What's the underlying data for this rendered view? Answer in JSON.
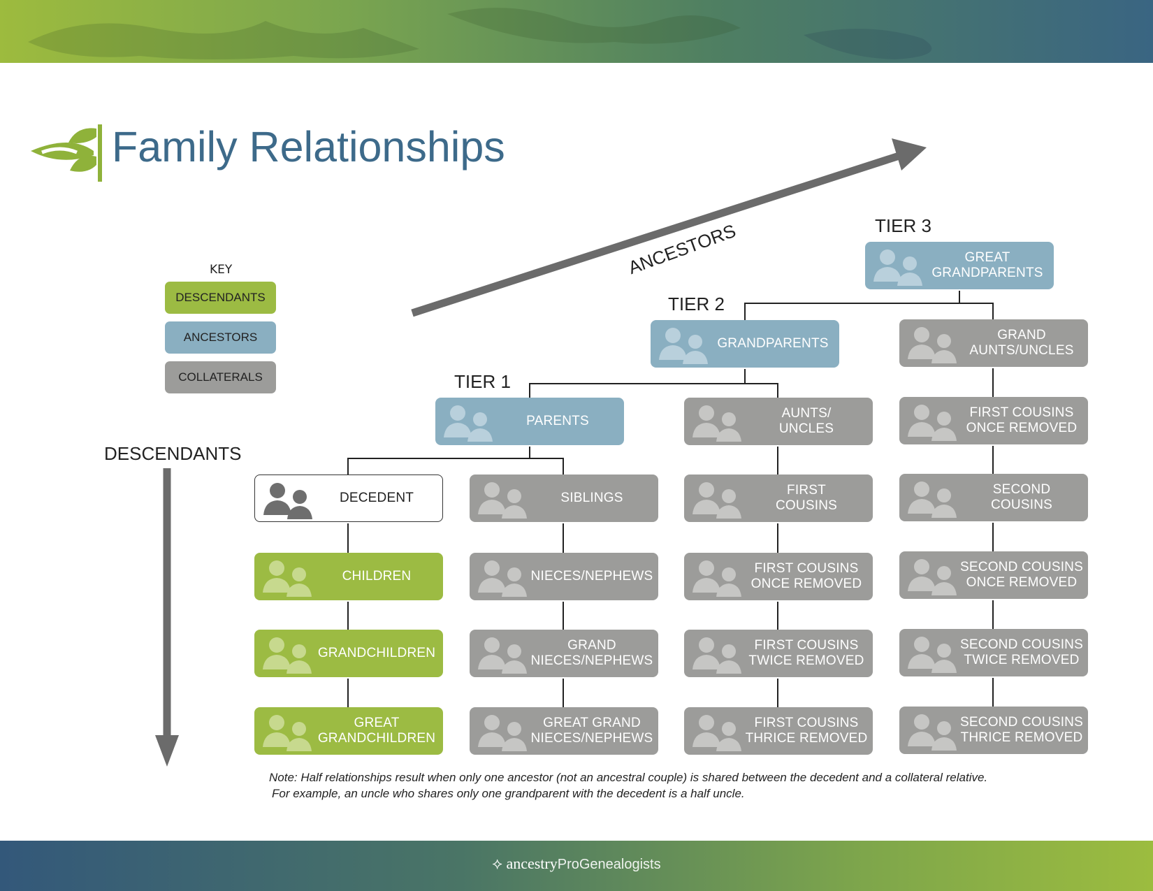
{
  "title": "Family Relationships",
  "key": {
    "title": "KEY",
    "items": [
      {
        "label": "DESCENDANTS",
        "color": "#9cbb43"
      },
      {
        "label": "ANCESTORS",
        "color": "#8aafc1"
      },
      {
        "label": "COLLATERALS",
        "color": "#9c9c9a"
      }
    ]
  },
  "axis": {
    "ancestors": "ANCESTORS",
    "descendants": "DESCENDANTS"
  },
  "tiers": {
    "tier1": "TIER 1",
    "tier2": "TIER 2",
    "tier3": "TIER 3"
  },
  "nodes": {
    "great_grandparents": "GREAT\nGRANDPARENTS",
    "grandparents": "GRANDPARENTS",
    "grand_aunts_uncles": "GRAND\nAUNTS/UNCLES",
    "parents": "PARENTS",
    "aunts_uncles": "AUNTS/\nUNCLES",
    "first_cousins_once_removed_t3": "FIRST COUSINS\nONCE REMOVED",
    "decedent": "DECEDENT",
    "siblings": "SIBLINGS",
    "first_cousins": "FIRST\nCOUSINS",
    "second_cousins": "SECOND\nCOUSINS",
    "children": "CHILDREN",
    "nieces_nephews": "NIECES/NEPHEWS",
    "first_cousins_once_removed": "FIRST COUSINS\nONCE REMOVED",
    "second_cousins_once_removed": "SECOND COUSINS\nONCE REMOVED",
    "grandchildren": "GRANDCHILDREN",
    "grand_nieces_nephews": "GRAND\nNIECES/NEPHEWS",
    "first_cousins_twice_removed": "FIRST COUSINS\nTWICE REMOVED",
    "second_cousins_twice_removed": "SECOND COUSINS\nTWICE REMOVED",
    "great_grandchildren": "GREAT\nGRANDCHILDREN",
    "great_grand_nieces_nephews": "GREAT GRAND\nNIECES/NEPHEWS",
    "first_cousins_thrice_removed": "FIRST COUSINS\nTHRICE REMOVED",
    "second_cousins_thrice_removed": "SECOND COUSINS\nTHRICE REMOVED"
  },
  "note": {
    "line1": "Note: Half relationships result when only one ancestor (not an ancestral couple) is shared between the decedent and a collateral relative.",
    "line2": "For example, an uncle who shares only one grandparent with the decedent is a half uncle."
  },
  "footer": {
    "brand": "ancestry",
    "product": "ProGenealogists"
  },
  "colors": {
    "descendants": "#9cbb43",
    "ancestors": "#8aafc1",
    "collaterals": "#9c9c9a",
    "title": "#3d6a8a",
    "logo": "#8fb23a"
  }
}
